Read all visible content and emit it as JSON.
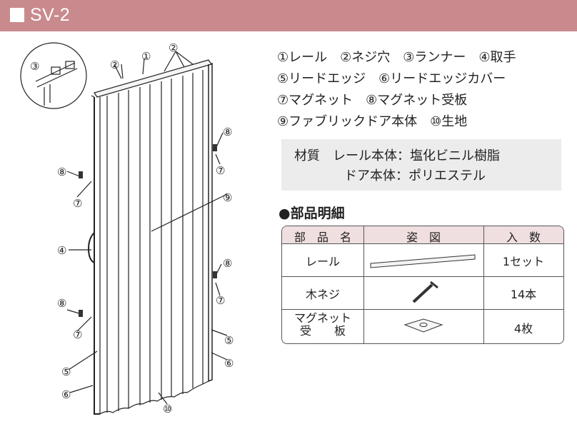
{
  "header": {
    "title": "SV-2"
  },
  "legend": {
    "line1": "①レール　②ネジ穴　③ランナー　④取手",
    "line2": "⑤リードエッジ　⑥リードエッジカバー",
    "line3": "⑦マグネット　⑧マグネット受板",
    "line4": "⑨ファブリックドア本体　⑩生地"
  },
  "material": {
    "row1": "材質　レール本体：塩化ビニル樹脂",
    "row2": "ドア本体：ポリエステル"
  },
  "parts_section": {
    "heading": "●部品明細",
    "columns": [
      "部　品　名",
      "姿　図",
      "入　数"
    ],
    "rows": [
      {
        "name": "レール",
        "qty": "1セット",
        "icon": "rail-icon"
      },
      {
        "name": "木ネジ",
        "qty": "14本",
        "icon": "wood-screw-icon"
      },
      {
        "name_line1": "マグネット",
        "name_line2": "受　　板",
        "qty": "4枚",
        "icon": "magnet-plate-icon"
      }
    ]
  },
  "callouts": {
    "n1": "①",
    "n2": "②",
    "n3": "③",
    "n4": "④",
    "n5": "⑤",
    "n6": "⑥",
    "n7": "⑦",
    "n8": "⑧",
    "n9": "⑨",
    "n10": "⑩"
  },
  "colors": {
    "title_bar": "#c98a8e",
    "table_header": "#f0dfe0",
    "material_bg": "#ececec"
  }
}
